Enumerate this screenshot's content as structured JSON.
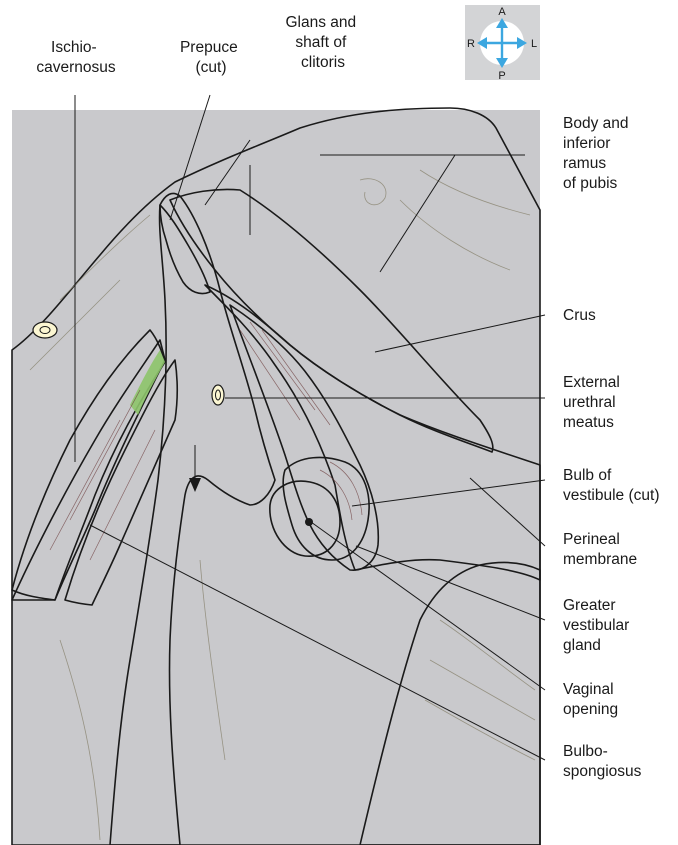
{
  "labels": {
    "ischio": [
      "Ischio-",
      "cavernosus"
    ],
    "prepuce": [
      "Prepuce",
      "(cut)"
    ],
    "glans": [
      "Glans and",
      "shaft of",
      "clitoris"
    ],
    "body_pubis": [
      "Body and",
      "inferior",
      "ramus",
      "of pubis"
    ],
    "crus": [
      "Crus"
    ],
    "urethral": [
      "External",
      "urethral",
      "meatus"
    ],
    "bulb": [
      "Bulb of",
      "vestibule (cut)"
    ],
    "perineal": [
      "Perineal",
      "membrane"
    ],
    "gland": [
      "Greater",
      "vestibular",
      "gland"
    ],
    "vaginal": [
      "Vaginal",
      "opening"
    ],
    "bulbo": [
      "Bulbo-",
      "spongiosus"
    ]
  },
  "compass": {
    "anterior": "A",
    "posterior": "P",
    "right": "R",
    "left": "L"
  },
  "colors": {
    "background_grey": "#c9c9cc",
    "skin": "#fbf6d2",
    "crus": "#f3b48b",
    "muscle": "#eda3a2",
    "membrane": "#bfe0cb",
    "bulb": "#f1a57c",
    "gland": "#9b8bd0",
    "green_patch": "#8dc46a",
    "compass_arrow": "#3ca7e0"
  }
}
